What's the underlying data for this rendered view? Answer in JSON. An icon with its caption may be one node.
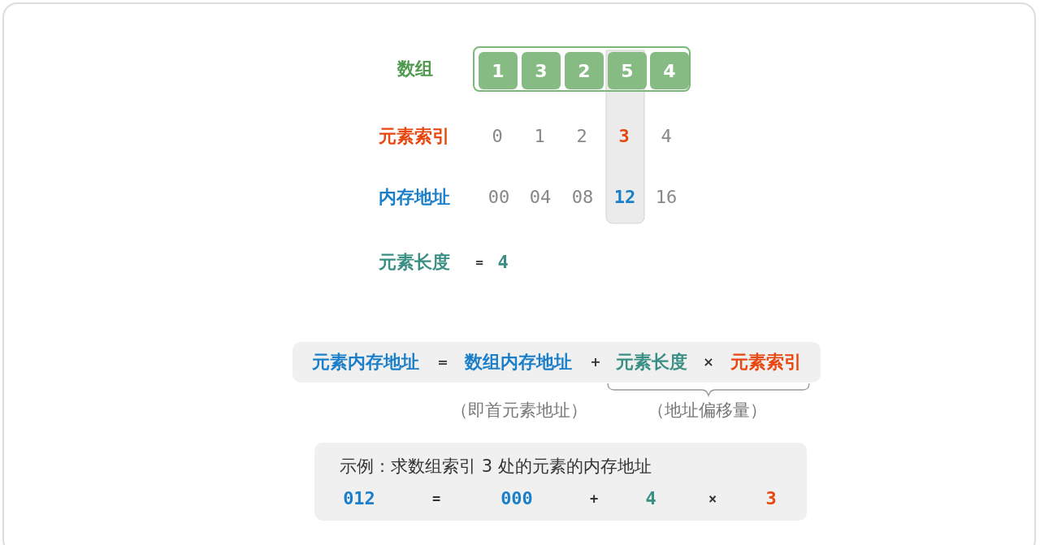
{
  "diagram": {
    "nodes": [
      {
        "text": [
          "数组"
        ]
      },
      {
        "text": [
          "1"
        ],
        "in": 0
      },
      {
        "text": [
          "3"
        ],
        "in": 0
      },
      {
        "text": [
          "2"
        ],
        "in": 0
      },
      {
        "text": [
          "5"
        ],
        "in": 0
      },
      {
        "text": [
          "4"
        ],
        "in": 0
      },
      {
        "text": [
          "元素内存地址",
          "=",
          "数组内存地址",
          "+",
          "元素长度",
          "×",
          "元素索引"
        ]
      },
      {
        "text": [
          "示例：求数组索引 3 处的元素的内存地址",
          "012",
          "=",
          "000",
          "+",
          "4",
          "×",
          "3"
        ]
      }
    ],
    "edges": [],
    "labels": [
      "元素索引",
      "0",
      "1",
      "2",
      "3",
      "4",
      "内存地址",
      "00",
      "04",
      "08",
      "12",
      "16",
      "元素长度",
      "=",
      "4",
      "（即首元素地址）",
      "（地址偏移量）"
    ]
  }
}
